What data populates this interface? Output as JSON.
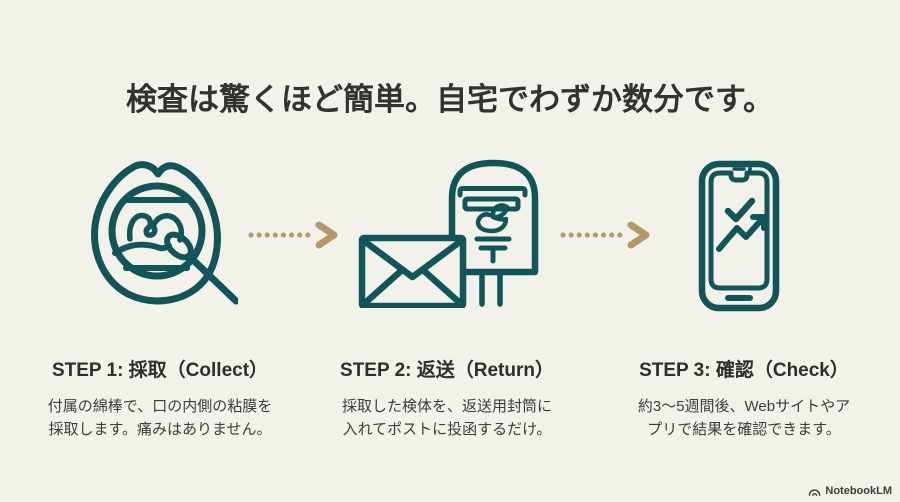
{
  "slide": {
    "title": "検査は驚くほど簡単。自宅でわずか数分です。",
    "steps": [
      {
        "title": "STEP 1: 採取（Collect）",
        "lines": [
          "付属の綿棒で、口の内側の粘膜を",
          "採取します。痛みはありません。"
        ],
        "icon": "mouth-swab-icon"
      },
      {
        "title": "STEP 2: 返送（Return）",
        "lines": [
          "採取した検体を、返送用封筒に",
          "入れてポストに投函するだけ。"
        ],
        "icon": "envelope-postbox-icon"
      },
      {
        "title": "STEP 3: 確認（Check）",
        "lines": [
          "約3〜5週間後、Webサイトやア",
          "プリで結果を確認できます。"
        ],
        "icon": "smartphone-check-icon"
      }
    ],
    "connector_icon": "dotted-arrow-icon",
    "footer": {
      "brand": "NotebookLM",
      "logo_icon": "notebooklm-logo-icon"
    },
    "colors": {
      "background": "#f2f1ea",
      "icon_stroke_teal": "#125559",
      "arrow_tan": "#b49869",
      "title_text": "#333230",
      "heading_text": "#2e2e2c",
      "body_text": "#3c3c3a",
      "watermark_text": "#3e3d39"
    }
  }
}
